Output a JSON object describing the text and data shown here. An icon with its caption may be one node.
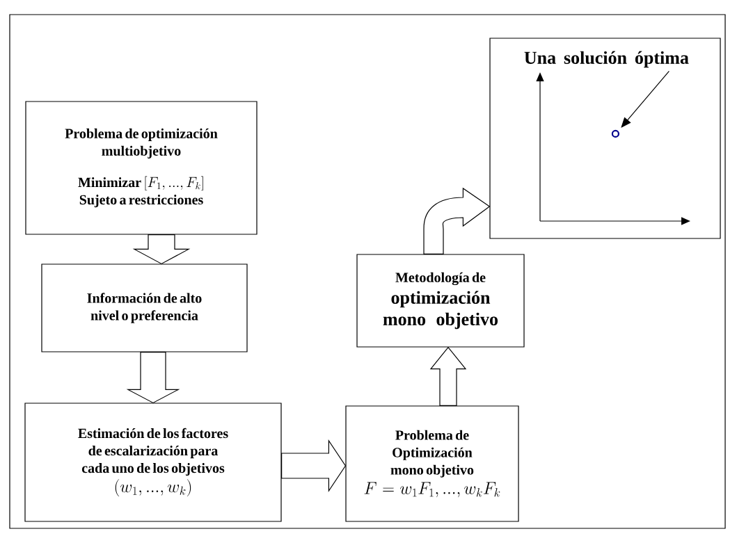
{
  "diagram": {
    "nodes": [
      {
        "text": [
          "Problema de optimización multiobjetivo",
          "Minimizar",
          "\\left[F_{1},...,F_{k}\\right]",
          "Sujeto a restricciones"
        ]
      },
      {
        "text": [
          "Información de alto nivel o preferencia"
        ]
      },
      {
        "text": [
          "Estimación de los factores de escalarización para cada uno de los objetivos",
          "\\left(w_{1},...,w_{k}\\right)"
        ]
      },
      {
        "text": [
          "Problema de Optimización mono objetivo",
          "F=w_{1}F_{1},...,w_{k}F_{k}"
        ]
      },
      {
        "text": [
          "Metodología de",
          "optimización mono objetivo"
        ]
      },
      {
        "text": [],
        "shape": "box"
      },
      {
        "text": [
          "Una solución óptima"
        ],
        "in": 5
      },
      {
        "text": [],
        "shape": "circle",
        "in": 5
      }
    ],
    "edges": [
      {
        "from": 0,
        "to": 1,
        "arrow": "to"
      },
      {
        "from": 1,
        "to": 2,
        "arrow": "to"
      },
      {
        "from": 2,
        "to": 3,
        "arrow": "to"
      },
      {
        "from": 3,
        "to": 4,
        "arrow": "to"
      },
      {
        "from": 4,
        "to": 5,
        "arrow": "to"
      },
      {
        "from": 6,
        "to": 7,
        "arrow": "to"
      }
    ]
  }
}
